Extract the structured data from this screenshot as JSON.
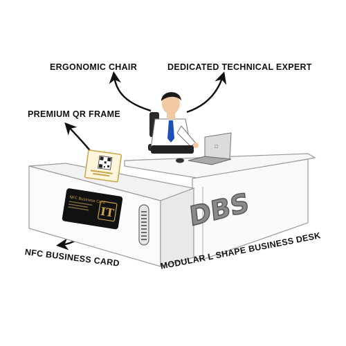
{
  "labels": {
    "ergonomic_chair": "ERGONOMIC CHAIR",
    "technical_expert": "DEDICATED TECHNICAL EXPERT",
    "qr_frame": "PREMIUM QR FRAME",
    "nfc_card": "NFC BUSINESS CARD",
    "desk": "MODULAR L SHAPE BUSINESS DESK"
  },
  "desk_logo": "DBS",
  "card": {
    "monogram": "IT",
    "title": "NFC Business Card"
  },
  "colors": {
    "card_bg": "#111111",
    "card_gold": "#c9a24a",
    "tie": "#1e4fb8",
    "hair": "#1a1a1a",
    "skin": "#f1c9a5",
    "desk_top": "#f6f6f6",
    "desk_edge": "#bdbdbd",
    "logo_fill": "#8a8a8a",
    "arrow": "#111111"
  }
}
